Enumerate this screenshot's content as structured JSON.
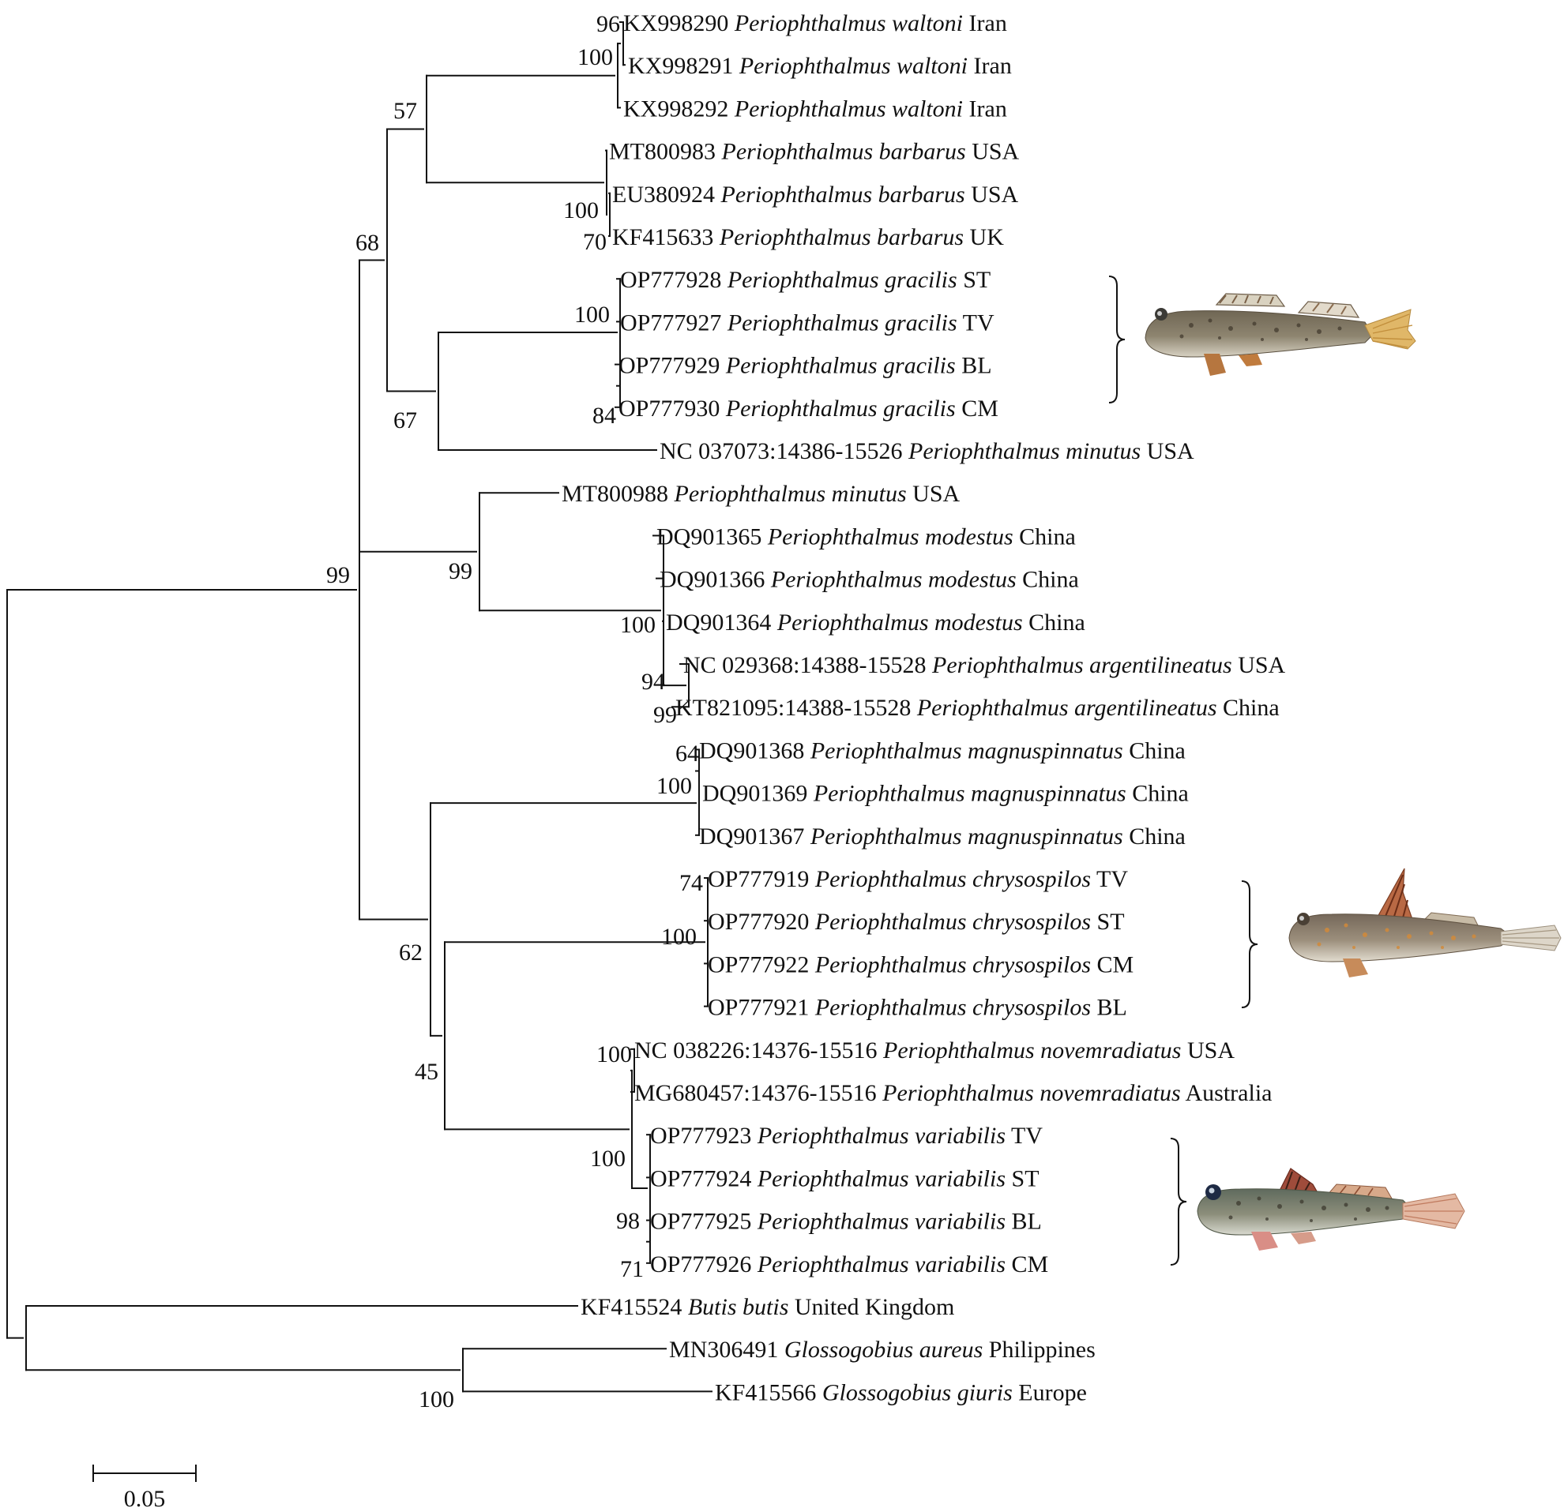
{
  "diagram": {
    "type": "phylogenetic-tree",
    "scale_bar_label": "0.05",
    "leaves": [
      {
        "acc": "KX998290",
        "species": "Periophthalmus waltoni",
        "loc": "Iran"
      },
      {
        "acc": "KX998291",
        "species": "Periophthalmus waltoni",
        "loc": "Iran"
      },
      {
        "acc": "KX998292",
        "species": "Periophthalmus waltoni",
        "loc": "Iran"
      },
      {
        "acc": "MT800983",
        "species": "Periophthalmus barbarus",
        "loc": "USA"
      },
      {
        "acc": "EU380924",
        "species": "Periophthalmus barbarus",
        "loc": "USA"
      },
      {
        "acc": "KF415633",
        "species": "Periophthalmus barbarus",
        "loc": "UK"
      },
      {
        "acc": "OP777928",
        "species": "Periophthalmus gracilis",
        "loc": "ST"
      },
      {
        "acc": "OP777927",
        "species": "Periophthalmus gracilis",
        "loc": "TV"
      },
      {
        "acc": "OP777929",
        "species": "Periophthalmus gracilis",
        "loc": "BL"
      },
      {
        "acc": "OP777930",
        "species": "Periophthalmus gracilis",
        "loc": "CM"
      },
      {
        "acc": "NC 037073:14386-15526",
        "species": "Periophthalmus minutus",
        "loc": "USA"
      },
      {
        "acc": "MT800988",
        "species": "Periophthalmus minutus",
        "loc": "USA"
      },
      {
        "acc": "DQ901365",
        "species": "Periophthalmus modestus",
        "loc": "China"
      },
      {
        "acc": "DQ901366",
        "species": "Periophthalmus modestus",
        "loc": "China"
      },
      {
        "acc": "DQ901364",
        "species": "Periophthalmus modestus",
        "loc": "China"
      },
      {
        "acc": "NC 029368:14388-15528",
        "species": "Periophthalmus argentilineatus",
        "loc": "USA"
      },
      {
        "acc": "KT821095:14388-15528",
        "species": "Periophthalmus argentilineatus",
        "loc": "China"
      },
      {
        "acc": "DQ901368",
        "species": "Periophthalmus magnuspinnatus",
        "loc": "China"
      },
      {
        "acc": "DQ901369",
        "species": "Periophthalmus magnuspinnatus",
        "loc": "China"
      },
      {
        "acc": "DQ901367",
        "species": "Periophthalmus magnuspinnatus",
        "loc": "China"
      },
      {
        "acc": "OP777919",
        "species": "Periophthalmus chrysospilos",
        "loc": "TV"
      },
      {
        "acc": "OP777920",
        "species": "Periophthalmus chrysospilos",
        "loc": "ST"
      },
      {
        "acc": "OP777922",
        "species": "Periophthalmus chrysospilos",
        "loc": "CM"
      },
      {
        "acc": "OP777921",
        "species": "Periophthalmus chrysospilos",
        "loc": "BL"
      },
      {
        "acc": "NC 038226:14376-15516",
        "species": "Periophthalmus novemradiatus",
        "loc": "USA"
      },
      {
        "acc": "MG680457:14376-15516",
        "species": "Periophthalmus novemradiatus",
        "loc": "Australia"
      },
      {
        "acc": "OP777923",
        "species": "Periophthalmus variabilis",
        "loc": "TV"
      },
      {
        "acc": "OP777924",
        "species": "Periophthalmus variabilis",
        "loc": "ST"
      },
      {
        "acc": "OP777925",
        "species": "Periophthalmus variabilis",
        "loc": "BL"
      },
      {
        "acc": "OP777926",
        "species": "Periophthalmus variabilis",
        "loc": "CM"
      },
      {
        "acc": "KF415524",
        "species": "Butis butis",
        "loc": "United Kingdom"
      },
      {
        "acc": "MN306491",
        "species": "Glossogobius aureus",
        "loc": "Philippines"
      },
      {
        "acc": "KF415566",
        "species": "Glossogobius giuris",
        "loc": "Europe"
      }
    ],
    "support_values": [
      "96",
      "100",
      "57",
      "100",
      "70",
      "68",
      "100",
      "84",
      "67",
      "99",
      "99",
      "100",
      "94",
      "99",
      "64",
      "100",
      "74",
      "100",
      "62",
      "45",
      "100",
      "100",
      "98",
      "71",
      "100"
    ],
    "fish_illustrations": [
      "gracilis-fish",
      "chrysospilos-fish",
      "variabilis-fish"
    ]
  }
}
